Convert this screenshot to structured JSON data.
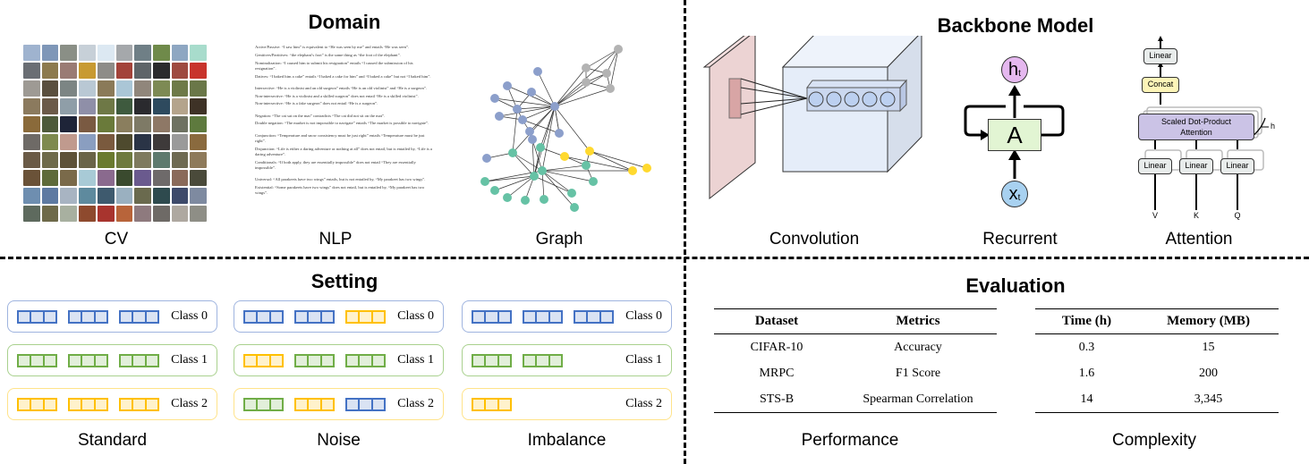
{
  "domain_panel": {
    "title": "Domain",
    "items": [
      {
        "label": "CV"
      },
      {
        "label": "NLP"
      },
      {
        "label": "Graph"
      }
    ],
    "nlp_text": [
      "Active/Passive: “I saw him” is equivalent to “He was seen by me” and entails “He was seen”.",
      "Genitives/Partitives: “the elephant’s foot” is the same thing as “the foot of the elephant”.",
      "Nominalization: “I caused him to submit his resignation” entails “I caused the submission of his resignation”.",
      "Datives: “I baked him a cake” entails “I baked a cake for him” and “I baked a cake” but not “I baked him”.",
      "Intersective: “He is a violinist and an old surgeon” entails “He is an old violinist” and “He is a surgeon”.",
      "Non-intersective: “He is a violinist and a skilled surgeon” does not entail “He is a skilled violinist”.",
      "Non-intersective: “He is a fake surgeon” does not entail “He is a surgeon”.",
      "Negation: “The cat sat on the mat” contradicts “The cat did not sit on the mat”.",
      "Double negation: “The market is not impossible to navigate” entails “The market is possible to navigate”.",
      "Conjunction: “Temperature and snow consistency must be just right” entails “Temperature must be just right”.",
      "Disjunction: “Life is either a daring adventure or nothing at all” does not entail, but is entailed by, “Life is a daring adventure”.",
      "Conditionals: “If both apply, they are essentially impossible” does not entail “They are essentially impossible”.",
      "Universal: “All parakeets have two wings” entails, but is not entailed by, “My parakeet has two wings”.",
      "Existential: “Some parakeets have two wings” does not entail, but is entailed by, “My parakeet has two wings”."
    ],
    "graph_colors": {
      "blue": "#8c9fcb",
      "green": "#66c2a5",
      "yellow": "#ffd92f",
      "gray": "#b3b3b3"
    }
  },
  "backbone_panel": {
    "title": "Backbone Model",
    "items": [
      {
        "label": "Convolution"
      },
      {
        "label": "Recurrent"
      },
      {
        "label": "Attention"
      }
    ],
    "recurrent": {
      "cell": "A",
      "output": "h",
      "output_sub": "t",
      "input": "x",
      "input_sub": "t"
    },
    "attention": {
      "top_linear": "Linear",
      "concat": "Concat",
      "sdpa_line1": "Scaled Dot-Product",
      "sdpa_line2": "Attention",
      "heads": "h",
      "linears": [
        "Linear",
        "Linear",
        "Linear"
      ],
      "inputs": [
        "V",
        "K",
        "Q"
      ]
    }
  },
  "setting_panel": {
    "title": "Setting",
    "colors": {
      "class0": {
        "border": "#4472c4",
        "fill": "#dae3f3",
        "box": "#9fb4df"
      },
      "class1": {
        "border": "#70ad47",
        "fill": "#e2efda",
        "box": "#a9d18e"
      },
      "class2": {
        "border": "#ffc000",
        "fill": "#fff2cc",
        "box": "#ffe38a"
      }
    },
    "groups": [
      {
        "label": "Standard",
        "rows": [
          {
            "label": "Class 0",
            "blocks": [
              0,
              0,
              0
            ]
          },
          {
            "label": "Class 1",
            "blocks": [
              1,
              1,
              1
            ]
          },
          {
            "label": "Class 2",
            "blocks": [
              2,
              2,
              2
            ]
          }
        ]
      },
      {
        "label": "Noise",
        "rows": [
          {
            "label": "Class 0",
            "blocks": [
              0,
              0,
              2
            ]
          },
          {
            "label": "Class 1",
            "blocks": [
              2,
              1,
              1
            ]
          },
          {
            "label": "Class 2",
            "blocks": [
              1,
              2,
              0
            ]
          }
        ]
      },
      {
        "label": "Imbalance",
        "rows": [
          {
            "label": "Class 0",
            "blocks": [
              0,
              0,
              0
            ]
          },
          {
            "label": "Class 1",
            "blocks": [
              1,
              1
            ]
          },
          {
            "label": "Class 2",
            "blocks": [
              2
            ]
          }
        ]
      }
    ]
  },
  "evaluation_panel": {
    "title": "Evaluation",
    "performance": {
      "caption": "Performance",
      "headers": [
        "Dataset",
        "Metrics"
      ],
      "rows": [
        [
          "CIFAR-10",
          "Accuracy"
        ],
        [
          "MRPC",
          "F1 Score"
        ],
        [
          "STS-B",
          "Spearman Correlation"
        ]
      ]
    },
    "complexity": {
      "caption": "Complexity",
      "headers": [
        "Time (h)",
        "Memory (MB)"
      ],
      "rows": [
        [
          "0.3",
          "15"
        ],
        [
          "1.6",
          "200"
        ],
        [
          "14",
          "3,345"
        ]
      ]
    }
  }
}
